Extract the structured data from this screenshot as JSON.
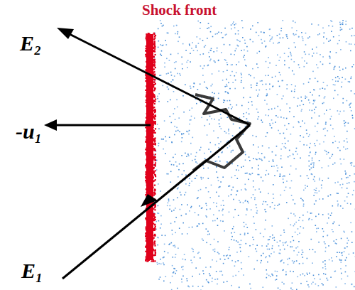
{
  "diagram": {
    "labels": [
      "Shock front",
      "E₂",
      "-u₁",
      "E₁"
    ]
  }
}
